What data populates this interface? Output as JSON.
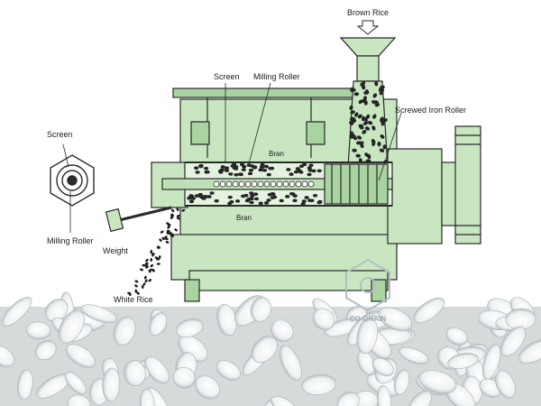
{
  "labels": {
    "brown_rice": "Brown Rice",
    "screen_top": "Screen",
    "milling_roller_top": "Milling Roller",
    "screwed_iron_roller": "Screwed Iron Roller",
    "bran_upper": "Bran",
    "bran_lower": "Bran",
    "screen_left": "Screen",
    "milling_roller_left": "Milling Roller",
    "weight": "Weight",
    "white_rice": "White Rice"
  },
  "watermark": {
    "text": "CO-GRAIN"
  },
  "colors": {
    "machine_green": "#c8e6c0",
    "machine_green_dark": "#a9d3a0",
    "outline": "#2a2a2a",
    "grain_dark": "#1e1e1e",
    "photo_bg": "#d8dcdc"
  }
}
